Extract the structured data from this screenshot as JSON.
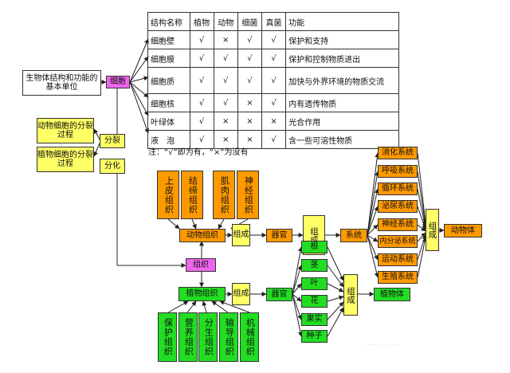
{
  "root": "生物体结构和功能的基本单位",
  "cell": "细胞",
  "animal_division": "动物细胞的分裂过程",
  "plant_division": "植物细胞的分裂过程",
  "division": "分裂",
  "differentiation": "分化",
  "table": {
    "headers": [
      "结构名称",
      "植物",
      "动物",
      "细菌",
      "真菌",
      "功能"
    ],
    "rows": [
      [
        "细胞壁",
        "√",
        "×",
        "√",
        "√",
        "保护和支持"
      ],
      [
        "细胞膜",
        "√",
        "√",
        "√",
        "√",
        "保护和控制物质进出"
      ],
      [
        "细胞质",
        "√",
        "√",
        "√",
        "√",
        "加快与外界环境的物质交流"
      ],
      [
        "细胞核",
        "√",
        "√",
        "×",
        "√",
        "内有遗传物质"
      ],
      [
        "叶绿体",
        "√",
        "×",
        "×",
        "×",
        "光合作用"
      ],
      [
        "液　泡",
        "√",
        "×",
        "×",
        "√",
        "含一些可溶性物质"
      ]
    ]
  },
  "note": "注：“√”即为有，“×”为没有",
  "tissue": "组织",
  "animal_tissues": [
    "上皮组织",
    "结缔组织",
    "肌肉组织",
    "神经组织"
  ],
  "animal_tissue": "动物组织",
  "plant_tissue": "植物组织",
  "plant_tissues": [
    "保护组织",
    "营养组织",
    "分生组织",
    "输导组织",
    "机械组织"
  ],
  "compose": "组成",
  "organ": "器官",
  "system": "系统",
  "systems": [
    "消化系统",
    "呼吸系统",
    "循环系统",
    "泌尿系统",
    "神经系统",
    "内分泌系统",
    "运动系统",
    "生殖系统"
  ],
  "animal_body": "动物体",
  "plant_organs": [
    "根",
    "茎",
    "叶",
    "花",
    "果实",
    "种子"
  ],
  "plant_body": "植物体",
  "watermark": "· · · · · · · ·"
}
